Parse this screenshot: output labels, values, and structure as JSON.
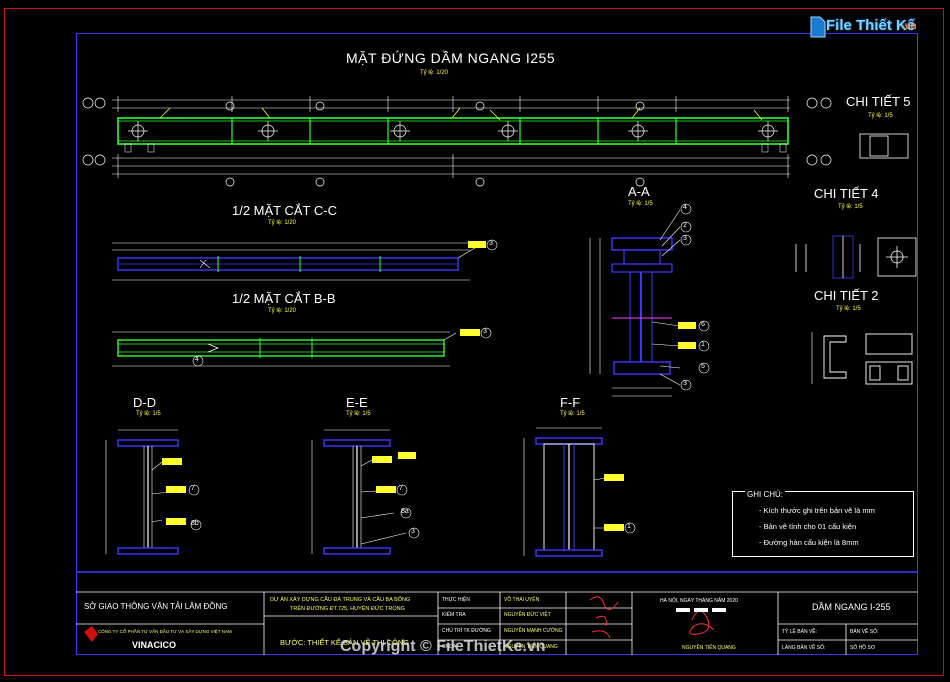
{
  "watermark": {
    "logo_text": "File Thiết Kế",
    "logo_suffix": ".vn",
    "copyright": "Copyright © FileThietKe.vn"
  },
  "drawing": {
    "main_title": "MẶT ĐỨNG DẦM NGANG I255",
    "main_scale": "Tỷ lệ: 1/20",
    "section_cc": "1/2 MẶT CẮT C-C",
    "section_cc_scale": "Tỷ lệ: 1/20",
    "section_bb": "1/2 MẶT CẮT B-B",
    "section_bb_scale": "Tỷ lệ: 1/20",
    "section_aa": "A-A",
    "section_aa_scale": "Tỷ lệ: 1/5",
    "section_dd": "D-D",
    "section_dd_scale": "Tỷ lệ: 1/5",
    "section_ee": "E-E",
    "section_ee_scale": "Tỷ lệ: 1/5",
    "section_ff": "F-F",
    "section_ff_scale": "Tỷ lệ: 1/5",
    "detail5": "CHI TIẾT 5",
    "detail5_scale": "Tỷ lệ: 1/5",
    "detail4": "CHI TIẾT 4",
    "detail4_scale": "Tỷ lệ: 1/5",
    "detail2": "CHI TIẾT 2",
    "detail2_scale": "Tỷ lệ: 1/5",
    "callouts": [
      "3",
      "3",
      "4",
      "2",
      "3",
      "6",
      "1",
      "5",
      "3",
      "7",
      "8b",
      "7",
      "8a",
      "3",
      "1",
      "4"
    ]
  },
  "notes": {
    "title": "GHI CHÚ:",
    "items": [
      "- Kích thước ghi trên bản vẽ là mm",
      "- Bản vẽ tính cho 01 cấu kiện",
      "- Đường hàn cấu kiện là 8mm"
    ]
  },
  "title_block": {
    "department": "SỞ GIAO THÔNG VẬN TẢI LÂM ĐỒNG",
    "company": "CÔNG TY CỔ PHẦN TƯ VẤN ĐẦU TƯ VÀ XÂY DỰNG VIỆT NAM",
    "company_short": "VINACICO",
    "project": "DỰ ÁN XÂY DỰNG CẦU ĐÀ TRUNG VÀ CẦU BA BỐNG",
    "project_line2": "TRÊN ĐƯỜNG ĐT.725, HUYỆN ĐỨC TRỌNG",
    "step": "BƯỚC: THIẾT KẾ BẢN VẼ THI CÔNG",
    "roles": [
      "THỰC HIỆN",
      "KIỂM TRA",
      "CHỦ TRÌ TK ĐƯỜNG",
      "CNDA"
    ],
    "names": [
      "VÕ THÁI UYÊN",
      "NGUYỄN ĐỨC VIỆT",
      "NGUYỄN MẠNH CƯỜNG",
      "NGUYỄN TIẾN QUANG"
    ],
    "date_line": "HÀ NỘI, NGÀY    THÁNG    NĂM 2020",
    "director": "NGUYỄN TIẾN QUANG",
    "sheet_title": "DẦM NGANG I-255",
    "scale_label": "TỶ LỆ BẢN VẼ:",
    "sheet_no_label": "BẢN VẼ SỐ:",
    "drawing_no_label": "LÀNG BẢN VẼ SỐ:",
    "file_label": "SỐ HỒ SƠ"
  }
}
